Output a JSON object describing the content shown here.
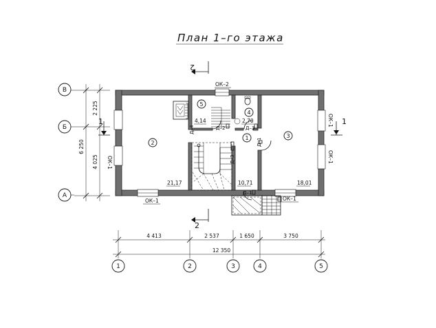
{
  "title": "План 1–го этажа",
  "axes_letters": [
    "В",
    "Б",
    "А"
  ],
  "axes_numbers": [
    "1",
    "2",
    "3",
    "4",
    "5"
  ],
  "vertical_dims": {
    "total": "6 250",
    "upper": "2 225",
    "lower": "4 025"
  },
  "horizontal_dims": {
    "segments": [
      "4 413",
      "2 537",
      "1 650",
      "3 750"
    ],
    "total": "12 350"
  },
  "rooms": [
    {
      "number": "1",
      "area": "10,71"
    },
    {
      "number": "2",
      "area": "21,17"
    },
    {
      "number": "3",
      "area": "18,01"
    },
    {
      "number": "4",
      "area": "2,70"
    },
    {
      "number": "5",
      "area": "4,14"
    }
  ],
  "windows": {
    "top": "ОК–2",
    "bottom_left": "ОК–1",
    "bottom_right": "ОК–1",
    "left": "ОК–1",
    "right_upper": "ОК–1",
    "right_lower": "ОК–1"
  },
  "doors": [
    "Д–2",
    "Д–3",
    "Д–1",
    "Д–1"
  ],
  "sections": {
    "section_2_top": "2",
    "section_2_bottom": "2",
    "section_1_left": "1",
    "section_1_right": "1"
  }
}
